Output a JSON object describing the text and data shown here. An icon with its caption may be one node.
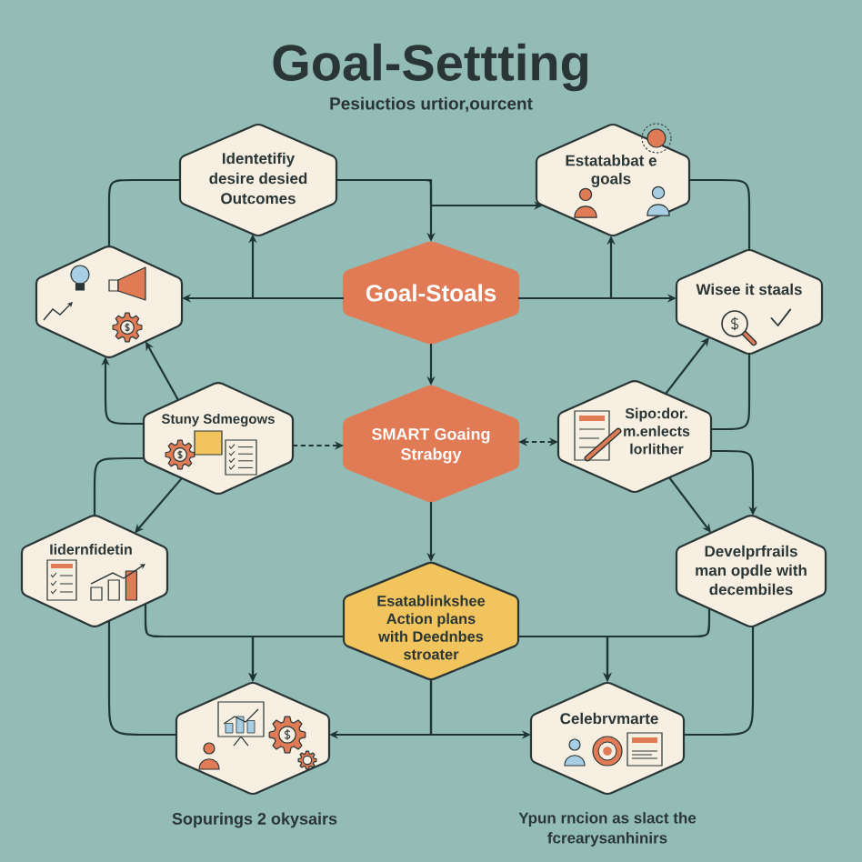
{
  "diagram": {
    "title": "Goal-Settting",
    "nodes": [
      {
        "text": [
          "Identetifiy desire desied Outcomes"
        ]
      },
      {
        "text": [
          "Estatabbat e goals"
        ]
      },
      {
        "text": [],
        "shape": "hexagon"
      },
      {
        "text": [
          "Goal-Stoals"
        ]
      },
      {
        "text": [
          "Wisee it staals"
        ]
      },
      {
        "text": [
          "Stuny Sdmegows"
        ]
      },
      {
        "text": [
          "SMART Goaing Strabgy"
        ]
      },
      {
        "text": [
          "Sipo:dor. m.enlects lorlither"
        ]
      },
      {
        "text": [
          "Iidernfidetin"
        ]
      },
      {
        "text": [
          "Esatablinkshee Action plans with Deednbes stroater"
        ]
      },
      {
        "text": [
          "Develprfrails man opdle with decembiles"
        ]
      },
      {
        "text": [],
        "shape": "hexagon",
        "beside": [
          "Sopurings 2 okysairs"
        ]
      },
      {
        "text": [
          "Celebrvmarte"
        ],
        "beside": [
          "Ypun rncion as slact the fcrearysanhinirs"
        ]
      }
    ],
    "edges": [
      {
        "from": 0,
        "to": 3,
        "arrow": "to"
      },
      {
        "from": 0,
        "to": 1,
        "arrow": "to"
      },
      {
        "from": 2,
        "to": 0,
        "arrow": "none"
      },
      {
        "from": 3,
        "to": 0,
        "arrow": "to"
      },
      {
        "from": 3,
        "to": 2,
        "arrow": "to"
      },
      {
        "from": 3,
        "to": 1,
        "arrow": "to"
      },
      {
        "from": 3,
        "to": 4,
        "arrow": "to"
      },
      {
        "from": 1,
        "to": 4,
        "arrow": "none"
      },
      {
        "from": 3,
        "to": 6,
        "arrow": "to"
      },
      {
        "from": 5,
        "to": 2,
        "arrow": "to"
      },
      {
        "from": 5,
        "to": 2,
        "arrow": "to"
      },
      {
        "from": 5,
        "to": 6,
        "arrow": "to",
        "style": "dashed"
      },
      {
        "from": 6,
        "to": 7,
        "arrow": "both",
        "style": "dashed"
      },
      {
        "from": 7,
        "to": 4,
        "arrow": "to"
      },
      {
        "from": 4,
        "to": 7,
        "arrow": "none"
      },
      {
        "from": 7,
        "to": 10,
        "arrow": "to"
      },
      {
        "from": 7,
        "to": 10,
        "arrow": "to"
      },
      {
        "from": 5,
        "to": 8,
        "arrow": "none"
      },
      {
        "from": 5,
        "to": 8,
        "arrow": "to"
      },
      {
        "from": 6,
        "to": 9,
        "arrow": "to"
      },
      {
        "from": 8,
        "to": 11,
        "arrow": "none"
      },
      {
        "from": 8,
        "to": 11,
        "arrow": "to"
      },
      {
        "from": 9,
        "to": 11,
        "arrow": "to"
      },
      {
        "from": 9,
        "to": 11,
        "arrow": "to"
      },
      {
        "from": 9,
        "to": 12,
        "arrow": "to"
      },
      {
        "from": 10,
        "to": 12,
        "arrow": "to"
      },
      {
        "from": 9,
        "to": 12,
        "arrow": "to"
      },
      {
        "from": 10,
        "to": 12,
        "arrow": "none"
      }
    ],
    "labels": [
      "Pesiuctios urtior,ourcent"
    ]
  }
}
